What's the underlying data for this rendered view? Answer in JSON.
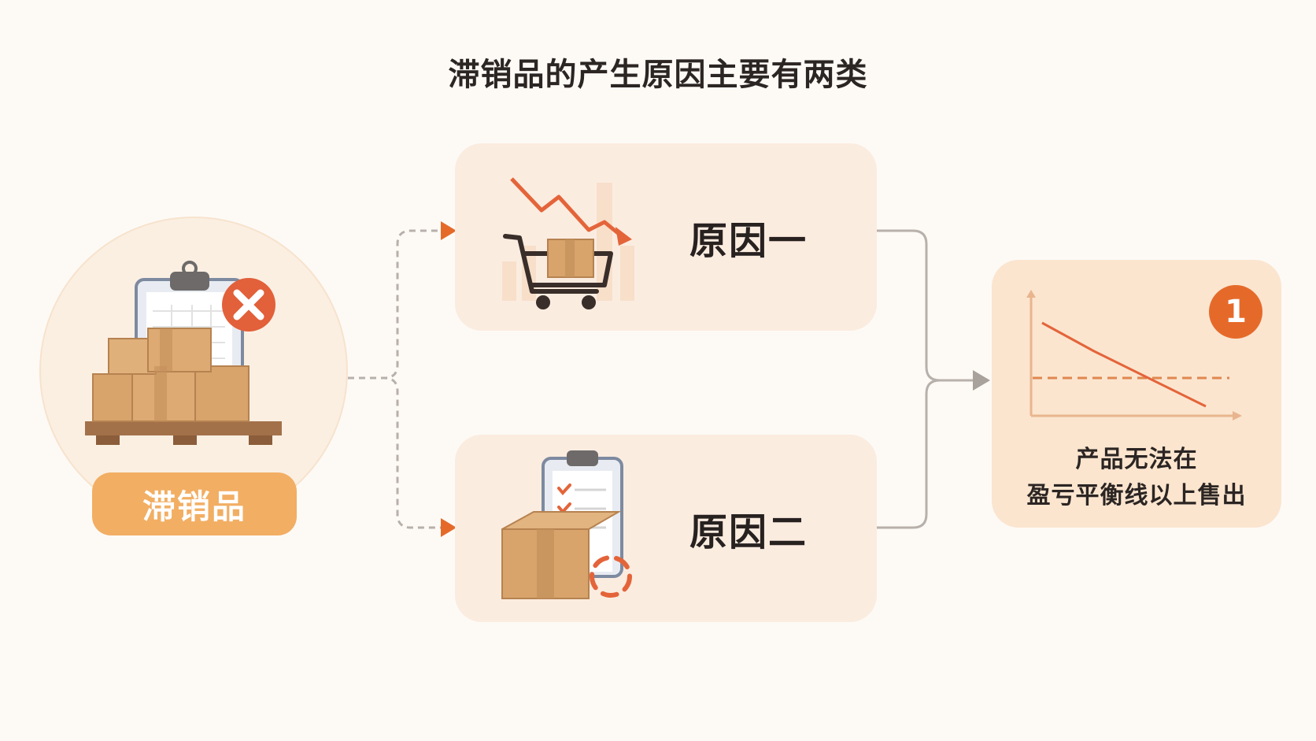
{
  "title": "滞销品的产生原因主要有两类",
  "source": {
    "label": "滞销品",
    "icons": [
      "clipboard-icon",
      "cross-icon",
      "box-pallet-icon"
    ]
  },
  "causes": [
    {
      "label": "原因一",
      "icon": "cart-decline-icon"
    },
    {
      "label": "原因二",
      "icon": "box-checklist-icon"
    }
  ],
  "result": {
    "badge": "1",
    "line1": "产品无法在",
    "line2": "盈亏平衡线以上售出",
    "icon": "breakeven-chart-icon"
  },
  "colors": {
    "background": "#fdfaf6",
    "card": "#fbece0",
    "accent": "#e56a2a",
    "label_bg": "#f2ae63",
    "box": "#d9a46a"
  }
}
